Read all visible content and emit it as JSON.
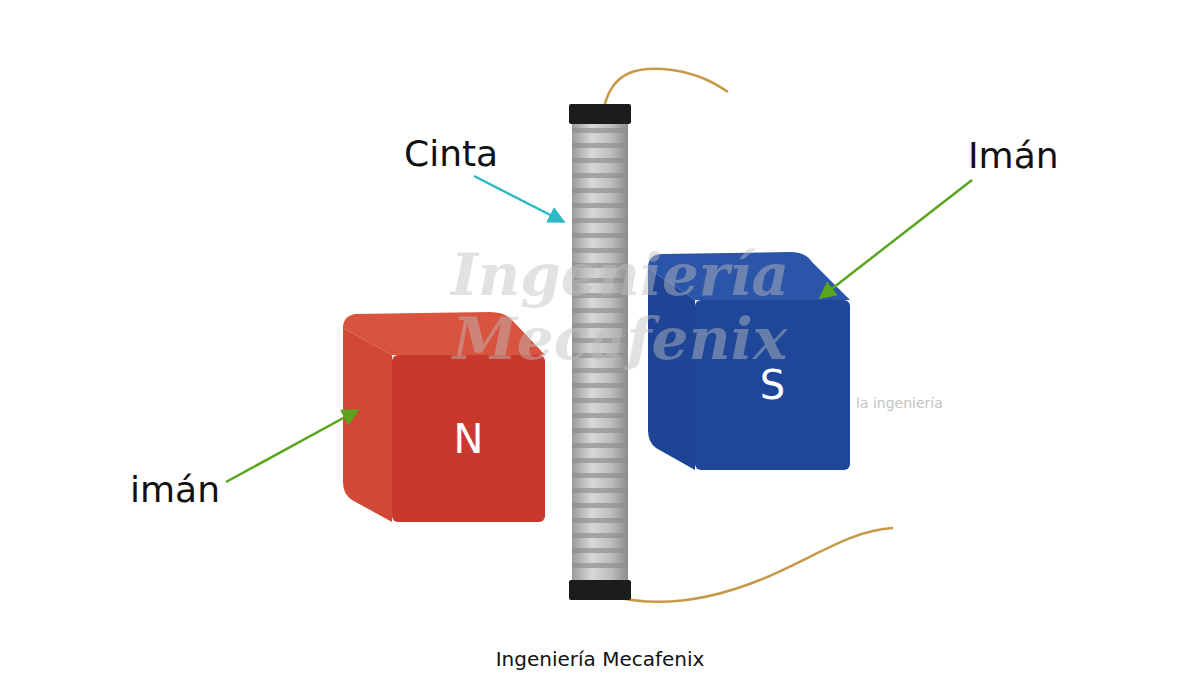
{
  "diagram": {
    "caption": "Ingeniería Mecafenix",
    "nodes": [
      {
        "text": [
          "N"
        ]
      },
      {
        "text": [
          "S"
        ]
      }
    ],
    "labels": [
      "Cinta",
      "Imán",
      "imán",
      "Ingeniería Mecafenix",
      "la ingeniería"
    ]
  }
}
